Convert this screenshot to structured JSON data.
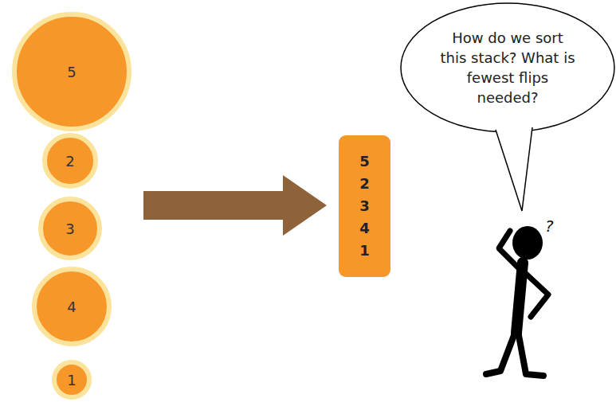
{
  "diagram": {
    "nodes": [
      {
        "text": [
          "5"
        ]
      },
      {
        "text": [
          "2"
        ]
      },
      {
        "text": [
          "3"
        ]
      },
      {
        "text": [
          "4"
        ]
      },
      {
        "text": [
          "1"
        ]
      },
      {
        "text": [
          "5",
          "2",
          "3",
          "4",
          "1"
        ]
      },
      {
        "text": [
          "How do we sort this stack? What is fewest flips needed?"
        ]
      }
    ],
    "labels": [
      "?"
    ]
  }
}
